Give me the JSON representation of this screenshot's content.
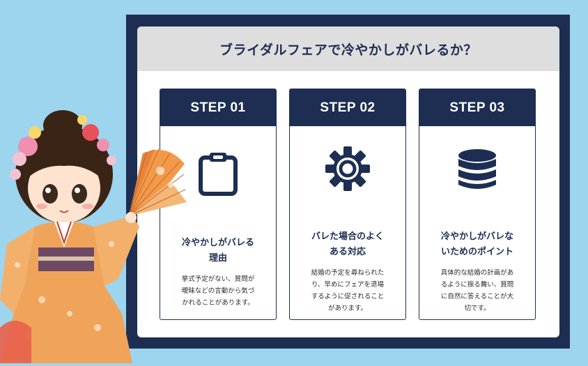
{
  "panel": {
    "title": "ブライダルフェアで冷やかしがバレるか？"
  },
  "cards": [
    {
      "step": "STEP 01",
      "icon": "clipboard-icon",
      "heading_line1": "冷やかしがバレる",
      "heading_line2": "理由",
      "body_lines": [
        "挙式予定がない、質問が",
        "曖昧などの言動から気づ",
        "かれることがあります。"
      ]
    },
    {
      "step": "STEP 02",
      "icon": "gear-icon",
      "heading_line1": "バレた場合のよく",
      "heading_line2": "ある対応",
      "body_lines": [
        "結婚の予定を尋ねられた",
        "り、早めにフェアを退場",
        "するように促されること",
        "があります。"
      ]
    },
    {
      "step": "STEP 03",
      "icon": "database-icon",
      "heading_line1": "冷やかしがバレな",
      "heading_line2": "いためのポイント",
      "body_lines": [
        "具体的な結婚の計画があ",
        "るように振る舞い、質問",
        "に自然に答えることが大",
        "切です。"
      ]
    }
  ],
  "colors": {
    "background": "#9dd4ee",
    "navy": "#1d2e52",
    "header_gray": "#dedede"
  },
  "illustration": {
    "icon": "kimono-girl-with-fan-illustration"
  }
}
